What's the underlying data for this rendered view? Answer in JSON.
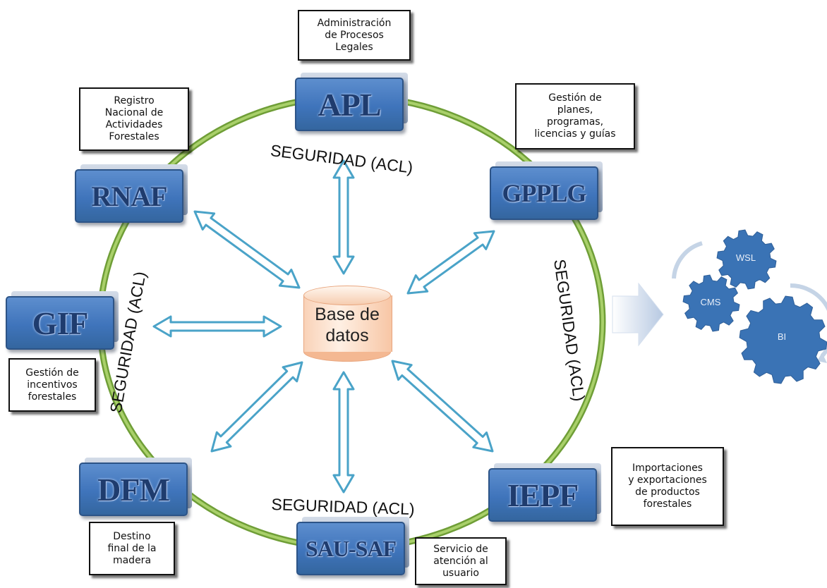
{
  "database": {
    "label": "Base de\ndatos"
  },
  "security_label": "SEGURIDAD (ACL)",
  "modules": [
    {
      "id": "apl",
      "code": "APL",
      "description": "Administración\nde Procesos\nLegales"
    },
    {
      "id": "gpplg",
      "code": "GPPLG",
      "description": "Gestión de\nplanes,\nprogramas,\nlicencias y guías"
    },
    {
      "id": "rnaf",
      "code": "RNAF",
      "description": "Registro\nNacional de\nActividades\nForestales"
    },
    {
      "id": "gif",
      "code": "GIF",
      "description": "Gestión de\nincentivos\nforestales"
    },
    {
      "id": "dfm",
      "code": "DFM",
      "description": "Destino\nfinal de la\nmadera"
    },
    {
      "id": "sau-saf",
      "code": "SAU-SAF",
      "description": "Servicio de\natención al\nusuario"
    },
    {
      "id": "iepf",
      "code": "IEPF",
      "description": "Importaciones\ny exportaciones\nde productos\nforestales"
    }
  ],
  "gears": [
    {
      "id": "wsl",
      "label": "WSL"
    },
    {
      "id": "cms",
      "label": "CMS"
    },
    {
      "id": "bi",
      "label": "BI"
    }
  ],
  "colors": {
    "ring": "#8dbb4d",
    "module_face": "#3f74bb",
    "arrow_stroke": "#4aa3c8",
    "gear": "#3a73b5"
  }
}
